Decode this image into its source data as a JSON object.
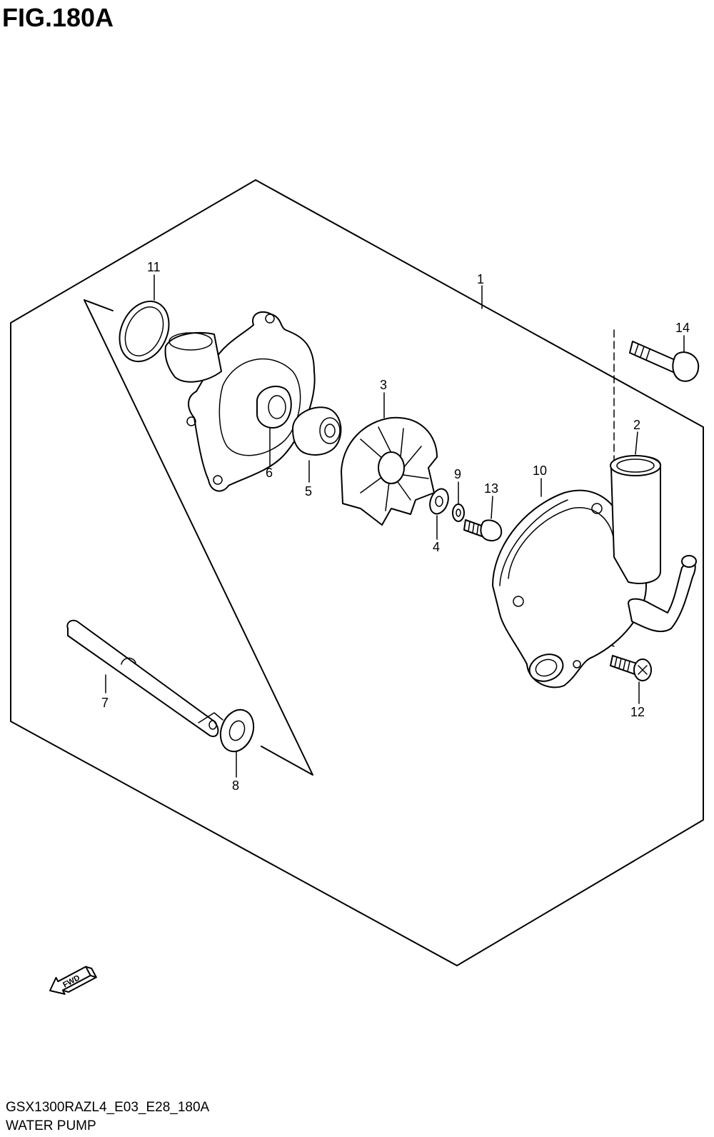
{
  "figure": {
    "title": "FIG.180A",
    "code": "GSX1300RAZL4_E03_E28_180A",
    "name": "WATER PUMP",
    "fwd_label": "FWD"
  },
  "callouts": {
    "p1": "1",
    "p2": "2",
    "p3": "3",
    "p4": "4",
    "p5": "5",
    "p6": "6",
    "p7": "7",
    "p8": "8",
    "p9": "9",
    "p10": "10",
    "p11": "11",
    "p12": "12",
    "p13": "13",
    "p14": "14"
  }
}
